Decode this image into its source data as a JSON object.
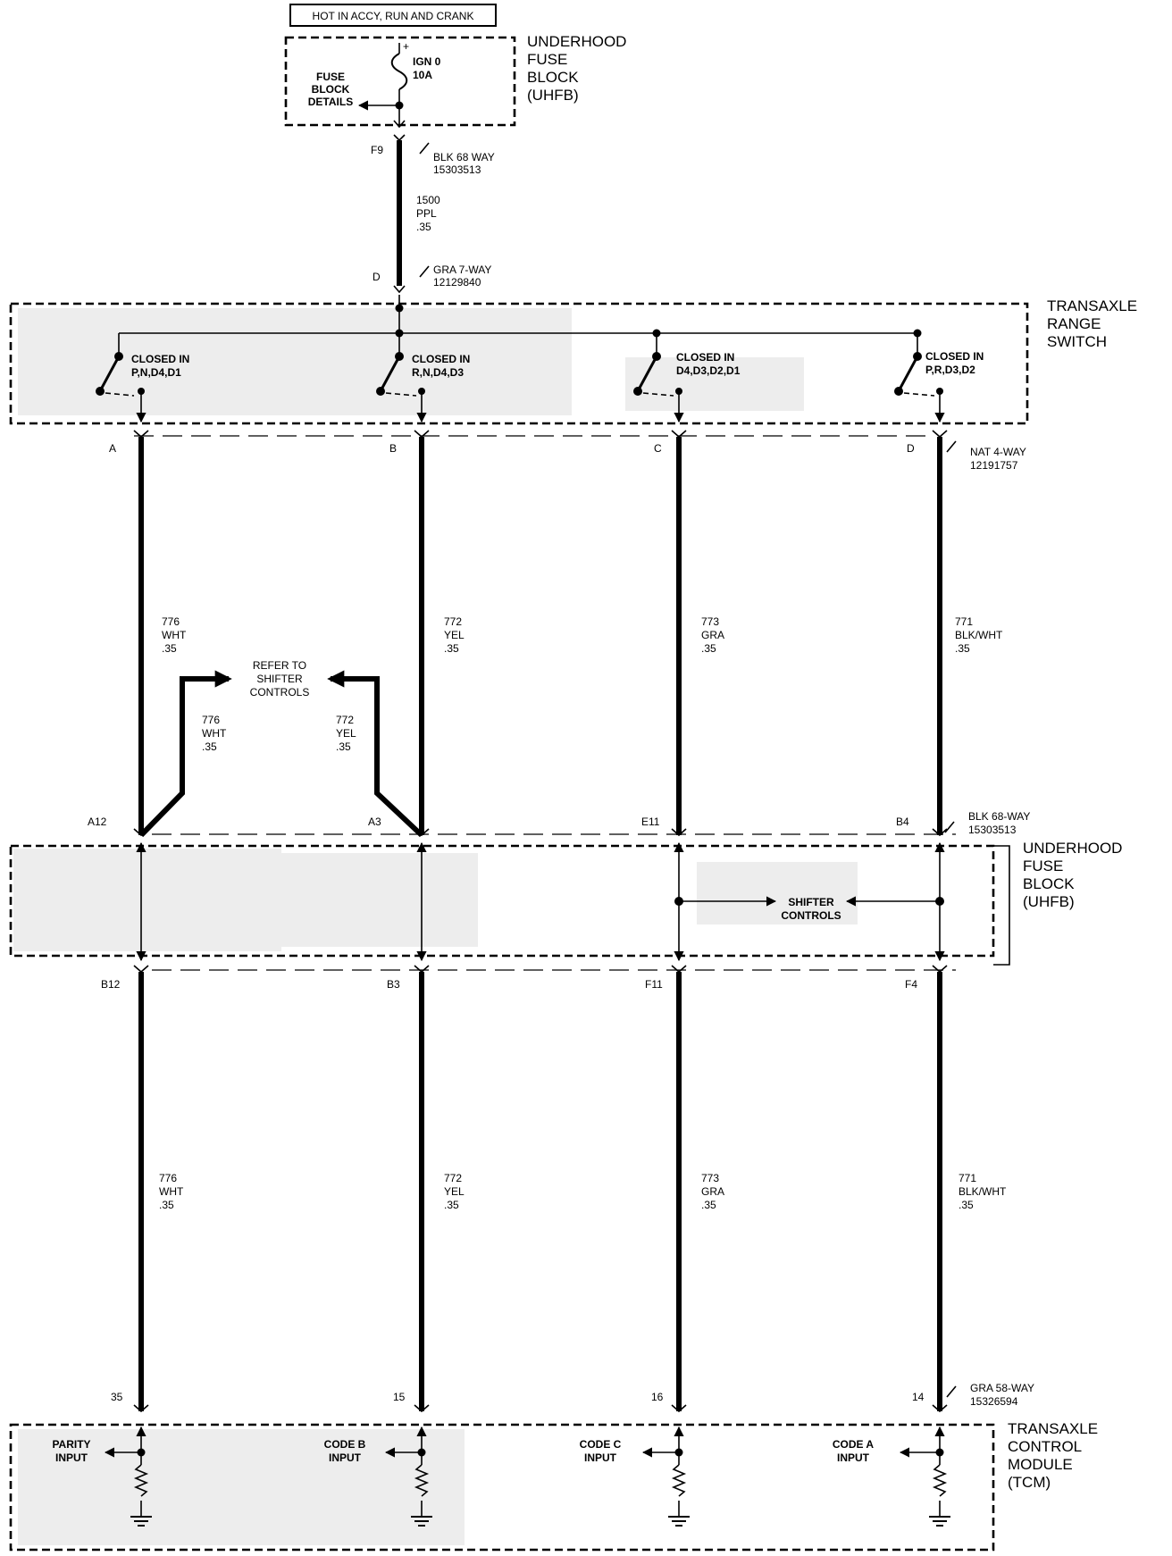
{
  "supply_note": "HOT IN ACCY, RUN AND CRANK",
  "uhfb_top": {
    "name_lines": [
      "UNDERHOOD",
      "FUSE",
      "BLOCK",
      "(UHFB)"
    ],
    "fuse_name": "IGN 0",
    "fuse_rating": "10A",
    "details_lines": [
      "FUSE",
      "BLOCK",
      "DETAILS"
    ],
    "plus_mark": "+"
  },
  "feed": {
    "top_pin": "F9",
    "top_conn_lines": [
      "BLK 68 WAY",
      "15303513"
    ],
    "wire_lines": [
      "1500",
      "PPL",
      ".35"
    ],
    "bottom_pin": "D",
    "bottom_conn_lines": [
      "GRA 7-WAY",
      "12129840"
    ]
  },
  "range_switch": {
    "name_lines": [
      "TRANSAXLE",
      "RANGE",
      "SWITCH"
    ],
    "switches": [
      {
        "lines": [
          "CLOSED IN",
          "P,N,D4,D1"
        ]
      },
      {
        "lines": [
          "CLOSED IN",
          "R,N,D4,D3"
        ]
      },
      {
        "lines": [
          "CLOSED IN",
          "D4,D3,D2,D1"
        ]
      },
      {
        "lines": [
          "CLOSED IN",
          "P,R,D3,D2"
        ]
      }
    ],
    "pins": [
      "A",
      "B",
      "C",
      "D"
    ],
    "conn_lines": [
      "NAT 4-WAY",
      "12191757"
    ]
  },
  "circuits_upper": [
    {
      "lines": [
        "776",
        "WHT",
        ".35"
      ]
    },
    {
      "lines": [
        "772",
        "YEL",
        ".35"
      ]
    },
    {
      "lines": [
        "773",
        "GRA",
        ".35"
      ]
    },
    {
      "lines": [
        "771",
        "BLK/WHT",
        ".35"
      ]
    }
  ],
  "shifter_ref": {
    "lines": [
      "REFER TO",
      "SHIFTER",
      "CONTROLS"
    ],
    "left_lines": [
      "776",
      "WHT",
      ".35"
    ],
    "right_lines": [
      "772",
      "YEL",
      ".35"
    ]
  },
  "uhfb_mid": {
    "name_lines": [
      "UNDERHOOD",
      "FUSE",
      "BLOCK",
      "(UHFB)"
    ],
    "top_pins": [
      "A12",
      "A3",
      "E11",
      "B4"
    ],
    "top_conn_lines": [
      "BLK 68-WAY",
      "15303513"
    ],
    "bottom_pins": [
      "B12",
      "B3",
      "F11",
      "F4"
    ],
    "shifter_lines": [
      "SHIFTER",
      "CONTROLS"
    ]
  },
  "circuits_lower": [
    {
      "lines": [
        "776",
        "WHT",
        ".35"
      ]
    },
    {
      "lines": [
        "772",
        "YEL",
        ".35"
      ]
    },
    {
      "lines": [
        "773",
        "GRA",
        ".35"
      ]
    },
    {
      "lines": [
        "771",
        "BLK/WHT",
        ".35"
      ]
    }
  ],
  "tcm": {
    "name_lines": [
      "TRANSAXLE",
      "CONTROL",
      "MODULE",
      "(TCM)"
    ],
    "pins": [
      "35",
      "15",
      "16",
      "14"
    ],
    "conn_lines": [
      "GRA 58-WAY",
      "15326594"
    ],
    "inputs": [
      {
        "lines": [
          "PARITY",
          "INPUT"
        ]
      },
      {
        "lines": [
          "CODE B",
          "INPUT"
        ]
      },
      {
        "lines": [
          "CODE C",
          "INPUT"
        ]
      },
      {
        "lines": [
          "CODE A",
          "INPUT"
        ]
      }
    ]
  }
}
